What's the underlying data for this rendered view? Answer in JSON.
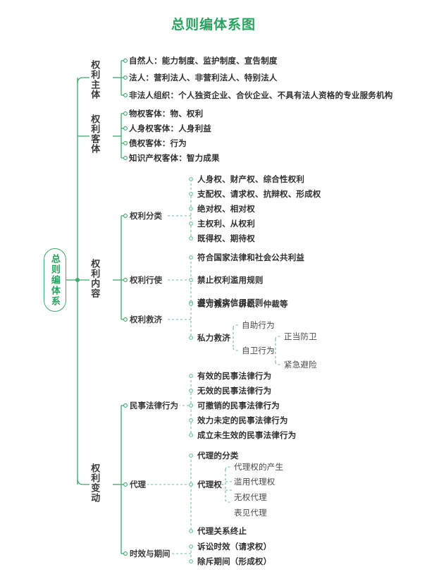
{
  "title": "总则编体系图",
  "colors": {
    "accent": "#2aa260",
    "line": "#3fa86c",
    "dashed": "#6abf92",
    "text": "#303030",
    "background": "#ffffff"
  },
  "root": {
    "label": "总则编体系"
  },
  "branches": [
    {
      "label": "权利主体",
      "children": [
        {
          "label": "自然人：能力制度、监护制度、宣告制度"
        },
        {
          "label": "法人：营利法人、非营利法人、特别法人"
        },
        {
          "label": "非法人组织：个人独资企业、合伙企业、不具有法人资格的专业服务机构"
        }
      ]
    },
    {
      "label": "权利客体",
      "children": [
        {
          "label": "物权客体：物、权利"
        },
        {
          "label": "人身权客体：人身利益"
        },
        {
          "label": "债权客体：行为"
        },
        {
          "label": "知识产权客体：智力成果"
        }
      ]
    },
    {
      "label": "权利内容",
      "children": [
        {
          "label": "权利分类",
          "children": [
            {
              "label": "人身权、财产权、综合性权利"
            },
            {
              "label": "支配权、请求权、抗辩权、形成权"
            },
            {
              "label": "绝对权、相对权"
            },
            {
              "label": "主权利、从权利"
            },
            {
              "label": "既得权、期待权"
            }
          ]
        },
        {
          "label": "权利行使",
          "children": [
            {
              "label": "符合国家法律和社会公共利益"
            },
            {
              "label": "禁止权利滥用规则"
            },
            {
              "label": "遵守诚实信用原则"
            }
          ]
        },
        {
          "label": "权利救济",
          "children": [
            {
              "label": "公力救济：诉讼、仲裁等"
            },
            {
              "label": "私力救济",
              "children": [
                {
                  "label": "自助行为"
                },
                {
                  "label": "自卫行为",
                  "children": [
                    {
                      "label": "正当防卫"
                    },
                    {
                      "label": "紧急避险"
                    }
                  ]
                }
              ]
            }
          ]
        }
      ]
    },
    {
      "label": "权利变动",
      "children": [
        {
          "label": "民事法律行为",
          "children": [
            {
              "label": "有效的民事法律行为"
            },
            {
              "label": "无效的民事法律行为"
            },
            {
              "label": "可撤销的民事法律行为"
            },
            {
              "label": "效力未定的民事法律行为"
            },
            {
              "label": "成立未生效的民事法律行为"
            }
          ]
        },
        {
          "label": "代理",
          "children": [
            {
              "label": "代理的分类"
            },
            {
              "label": "代理权",
              "children": [
                {
                  "label": "代理权的产生"
                },
                {
                  "label": "滥用代理权"
                },
                {
                  "label": "无权代理"
                },
                {
                  "label": "表见代理"
                }
              ]
            },
            {
              "label": "代理关系终止"
            }
          ]
        },
        {
          "label": "时效与期间",
          "children": [
            {
              "label": "诉讼时效（请求权）"
            },
            {
              "label": "除斥期间（形成权）"
            }
          ]
        }
      ]
    }
  ]
}
